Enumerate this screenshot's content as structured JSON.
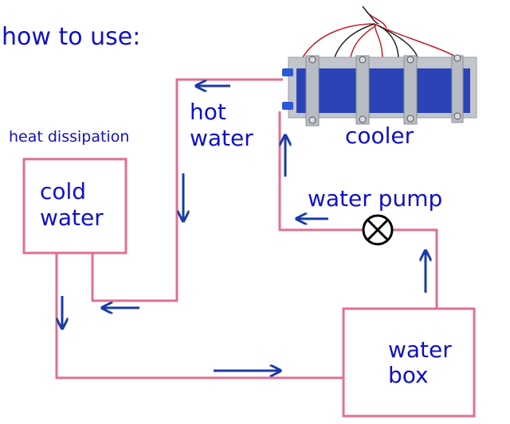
{
  "title": "how to use:",
  "labels": {
    "heat_dissipation": "heat dissipation",
    "hot_water_line1": "hot",
    "hot_water_line2": "water",
    "cooler": "cooler",
    "water_pump": "water pump",
    "cold_water_line1": "cold",
    "cold_water_line2": "water",
    "water_box_line1": "water",
    "water_box_line2": "box"
  },
  "colors": {
    "pipe": "#e07090",
    "arrow": "#1a3aa8",
    "text": "#1010c8",
    "pump_symbol": "#000000",
    "cooler_block": "#2a44b8",
    "cooler_metal": "#b8bcc4"
  },
  "flow": [
    {
      "from": "water box",
      "to": "water pump",
      "direction": "up"
    },
    {
      "from": "water pump",
      "to": "cooler",
      "direction": "left then up"
    },
    {
      "from": "cooler",
      "to": "cold water (heat dissipation)",
      "direction": "left then down",
      "label": "hot water"
    },
    {
      "from": "cold water (heat dissipation)",
      "to": "water box",
      "direction": "down then right"
    }
  ]
}
